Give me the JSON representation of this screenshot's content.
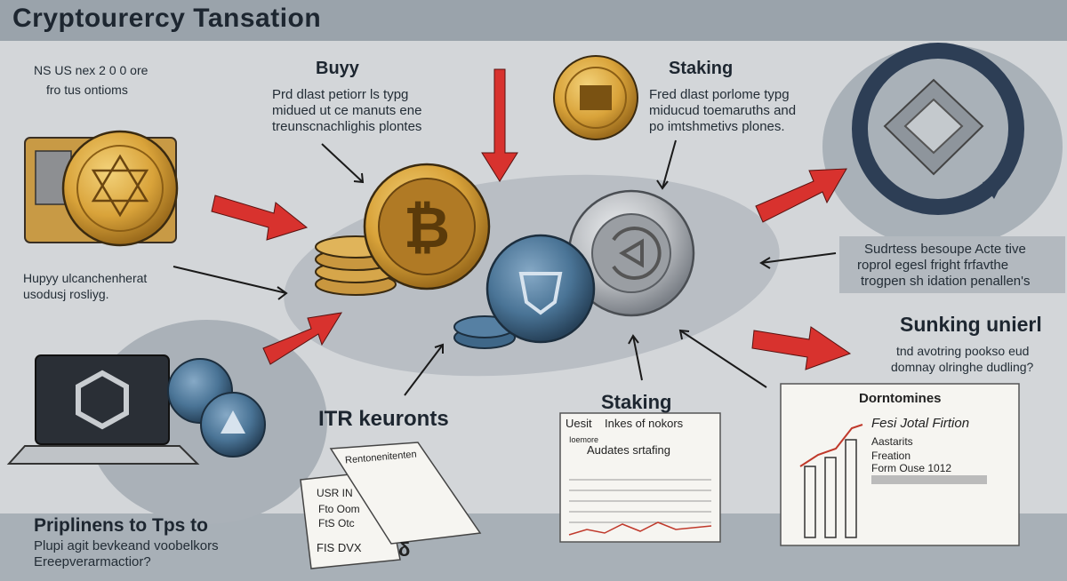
{
  "title": "Cryptourercy Tansation",
  "top_left": {
    "line1": "NS US nex 2 0 0 ore",
    "line2": "fro tus ontioms"
  },
  "buyy": {
    "heading": "Buyy",
    "line1": "Prd dlast petiorr ls typg",
    "line2": "midued ut ce manuts ene",
    "line3": "treunscnachlighis plontes"
  },
  "staking_top": {
    "heading": "Staking",
    "line1": "Fred dlast porlome typg",
    "line2": "miducud toemaruths and",
    "line3": "po imtshmetivs plones."
  },
  "mid_left": {
    "line1": "Hupyy ulcanchenherat",
    "line2": "usodusj rosliyg."
  },
  "right_box": {
    "line1": "Sudrtess besoupe  Acte tive",
    "line2": "roprol egesl fright frfavthe",
    "line3": "trogpen sh idation penallen's"
  },
  "sunking": {
    "heading": "Sunking unierl",
    "line1": "tnd avotring pookso eud",
    "line2": "domnay olringhe dudling?"
  },
  "itr": {
    "heading": "ITR keuronts"
  },
  "staking_bottom": {
    "heading": "Staking"
  },
  "bottom_left": {
    "heading": "Priplinens to Tps to",
    "line1": "Plupi agit  bevkeand voobelkors",
    "line2": "Ereepverarmactior?"
  },
  "receipt": {
    "header": "Rentonenitenten",
    "r1": "USR IN",
    "r2": "Fto Oom",
    "r3": "FtS Otc",
    "r4": "FIS DVX",
    "symbol": "δ"
  },
  "ledger": {
    "tab1": "Uesit",
    "tab2": "Inkes of nokors",
    "sub": "Ioemore",
    "title": "Audates srtafing"
  },
  "report": {
    "title": "Dorntomines",
    "h1": "Fesi Jotal Firtion",
    "h2": "Aastarits",
    "h3": "Freation",
    "h4": "Form Ouse 1012"
  },
  "colors": {
    "arrow_red": "#d8322e",
    "gold": "#d9a33a",
    "blue_coin": "#4a7496",
    "silver": "#b9bcc0",
    "dark_ring": "#2d3e55"
  }
}
